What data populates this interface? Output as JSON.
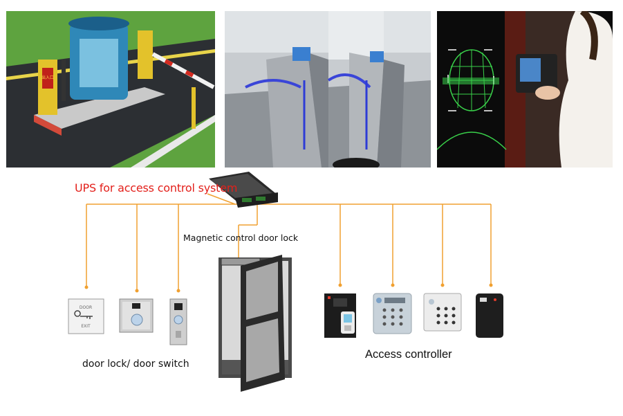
{
  "photos": {
    "parking": {
      "sign_text": "出入口"
    },
    "turnstile": {},
    "face": {}
  },
  "diagram": {
    "ups_label": "UPS for access control system",
    "magnetic_lock_label": "Magnetic control door lock",
    "door_switch_label": "door lock/ door switch",
    "access_controller_label": "Access controller",
    "exit_button": {
      "top_text": "DOOR",
      "bottom_text": "EXIT"
    }
  },
  "colors": {
    "wire": "#f0a030",
    "ups_label": "#e3201b",
    "reader_dark": "#1c1c1c",
    "keypad_light": "#c8d2da"
  },
  "icons": [
    "ups-box-icon",
    "exit-button-icon",
    "door-switch-icon",
    "door-switch-tall-icon",
    "door-icon",
    "fingerprint-reader-icon",
    "keypad-reader-icon",
    "keypad-reader-white-icon",
    "card-reader-icon"
  ]
}
